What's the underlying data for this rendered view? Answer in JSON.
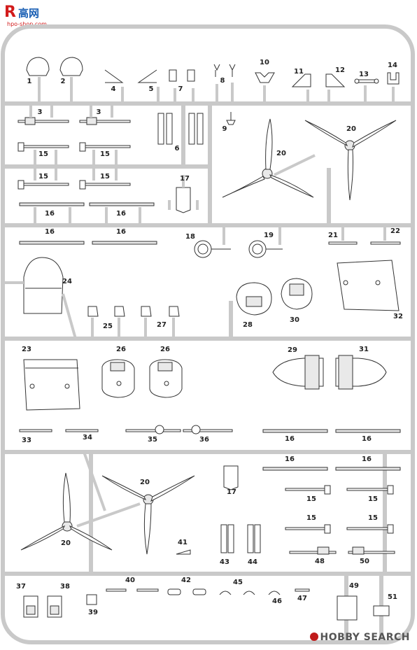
{
  "watermark_top": {
    "letter": "R",
    "chinese": "高网",
    "url": "hpo-shop.com"
  },
  "watermark_bottom": {
    "text": "HOBBY SEARCH"
  },
  "labels": [
    "1",
    "2",
    "3",
    "3",
    "4",
    "5",
    "6",
    "7",
    "8",
    "9",
    "10",
    "11",
    "12",
    "13",
    "14",
    "15",
    "15",
    "15",
    "15",
    "16",
    "16",
    "16",
    "16",
    "17",
    "18",
    "19",
    "20",
    "20",
    "21",
    "22",
    "23",
    "24",
    "25",
    "26",
    "26",
    "27",
    "28",
    "29",
    "30",
    "31",
    "32",
    "33",
    "34",
    "35",
    "36",
    "16",
    "16",
    "16",
    "16",
    "17",
    "15",
    "15",
    "15",
    "15",
    "20",
    "20",
    "41",
    "42",
    "43",
    "44",
    "37",
    "38",
    "39",
    "40",
    "45",
    "46",
    "47",
    "48",
    "49",
    "50",
    "51"
  ]
}
